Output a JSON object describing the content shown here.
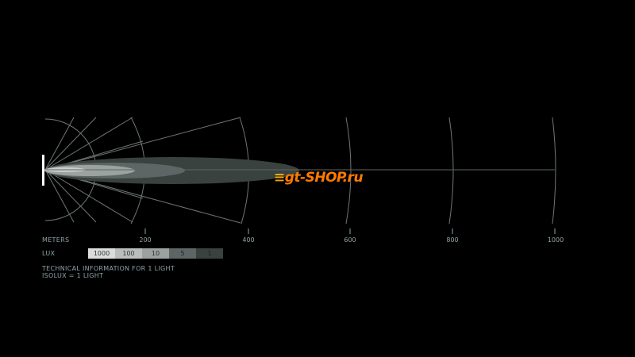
{
  "axis": {
    "label": "METERS",
    "ticks": [
      "200",
      "400",
      "600",
      "800",
      "1000"
    ]
  },
  "legend": {
    "label": "LUX",
    "items": [
      {
        "value": "1000",
        "color": "#d9dcdb",
        "text": "#333"
      },
      {
        "value": "100",
        "color": "#b9bebc",
        "text": "#333"
      },
      {
        "value": "10",
        "color": "#9ba29f",
        "text": "#333"
      },
      {
        "value": "5",
        "color": "#5d6664",
        "text": "#222"
      },
      {
        "value": "1",
        "color": "#3a4240",
        "text": "#222"
      }
    ]
  },
  "notes": [
    "TECHNICAL INFORMATION FOR 1 LIGHT",
    "ISOLUX = 1 LIGHT"
  ],
  "watermark": "gt-SHOP.ru"
}
